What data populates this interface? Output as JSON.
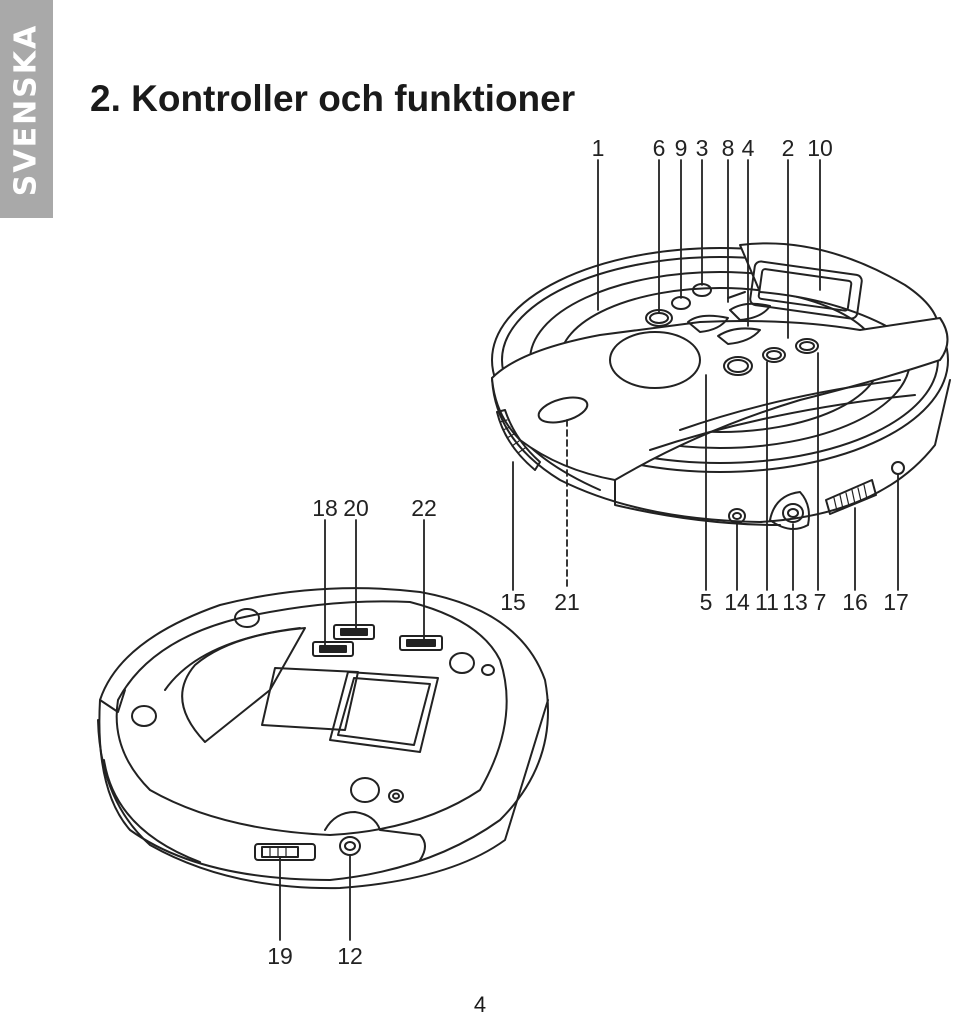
{
  "side_tab": {
    "label": "SVENSKA"
  },
  "title": "2. Kontroller och funktioner",
  "callouts_top": [
    "1",
    "6",
    "9",
    "3",
    "8",
    "4",
    "2",
    "10"
  ],
  "callouts_mid": [
    "18",
    "20",
    "22"
  ],
  "callouts_right": [
    "15",
    "21",
    "5",
    "14",
    "11",
    "13",
    "7",
    "16",
    "17"
  ],
  "callouts_bottom": [
    "19",
    "12"
  ],
  "page_number": "4",
  "colors": {
    "tab": "#a9a9a9",
    "line": "#222222"
  }
}
